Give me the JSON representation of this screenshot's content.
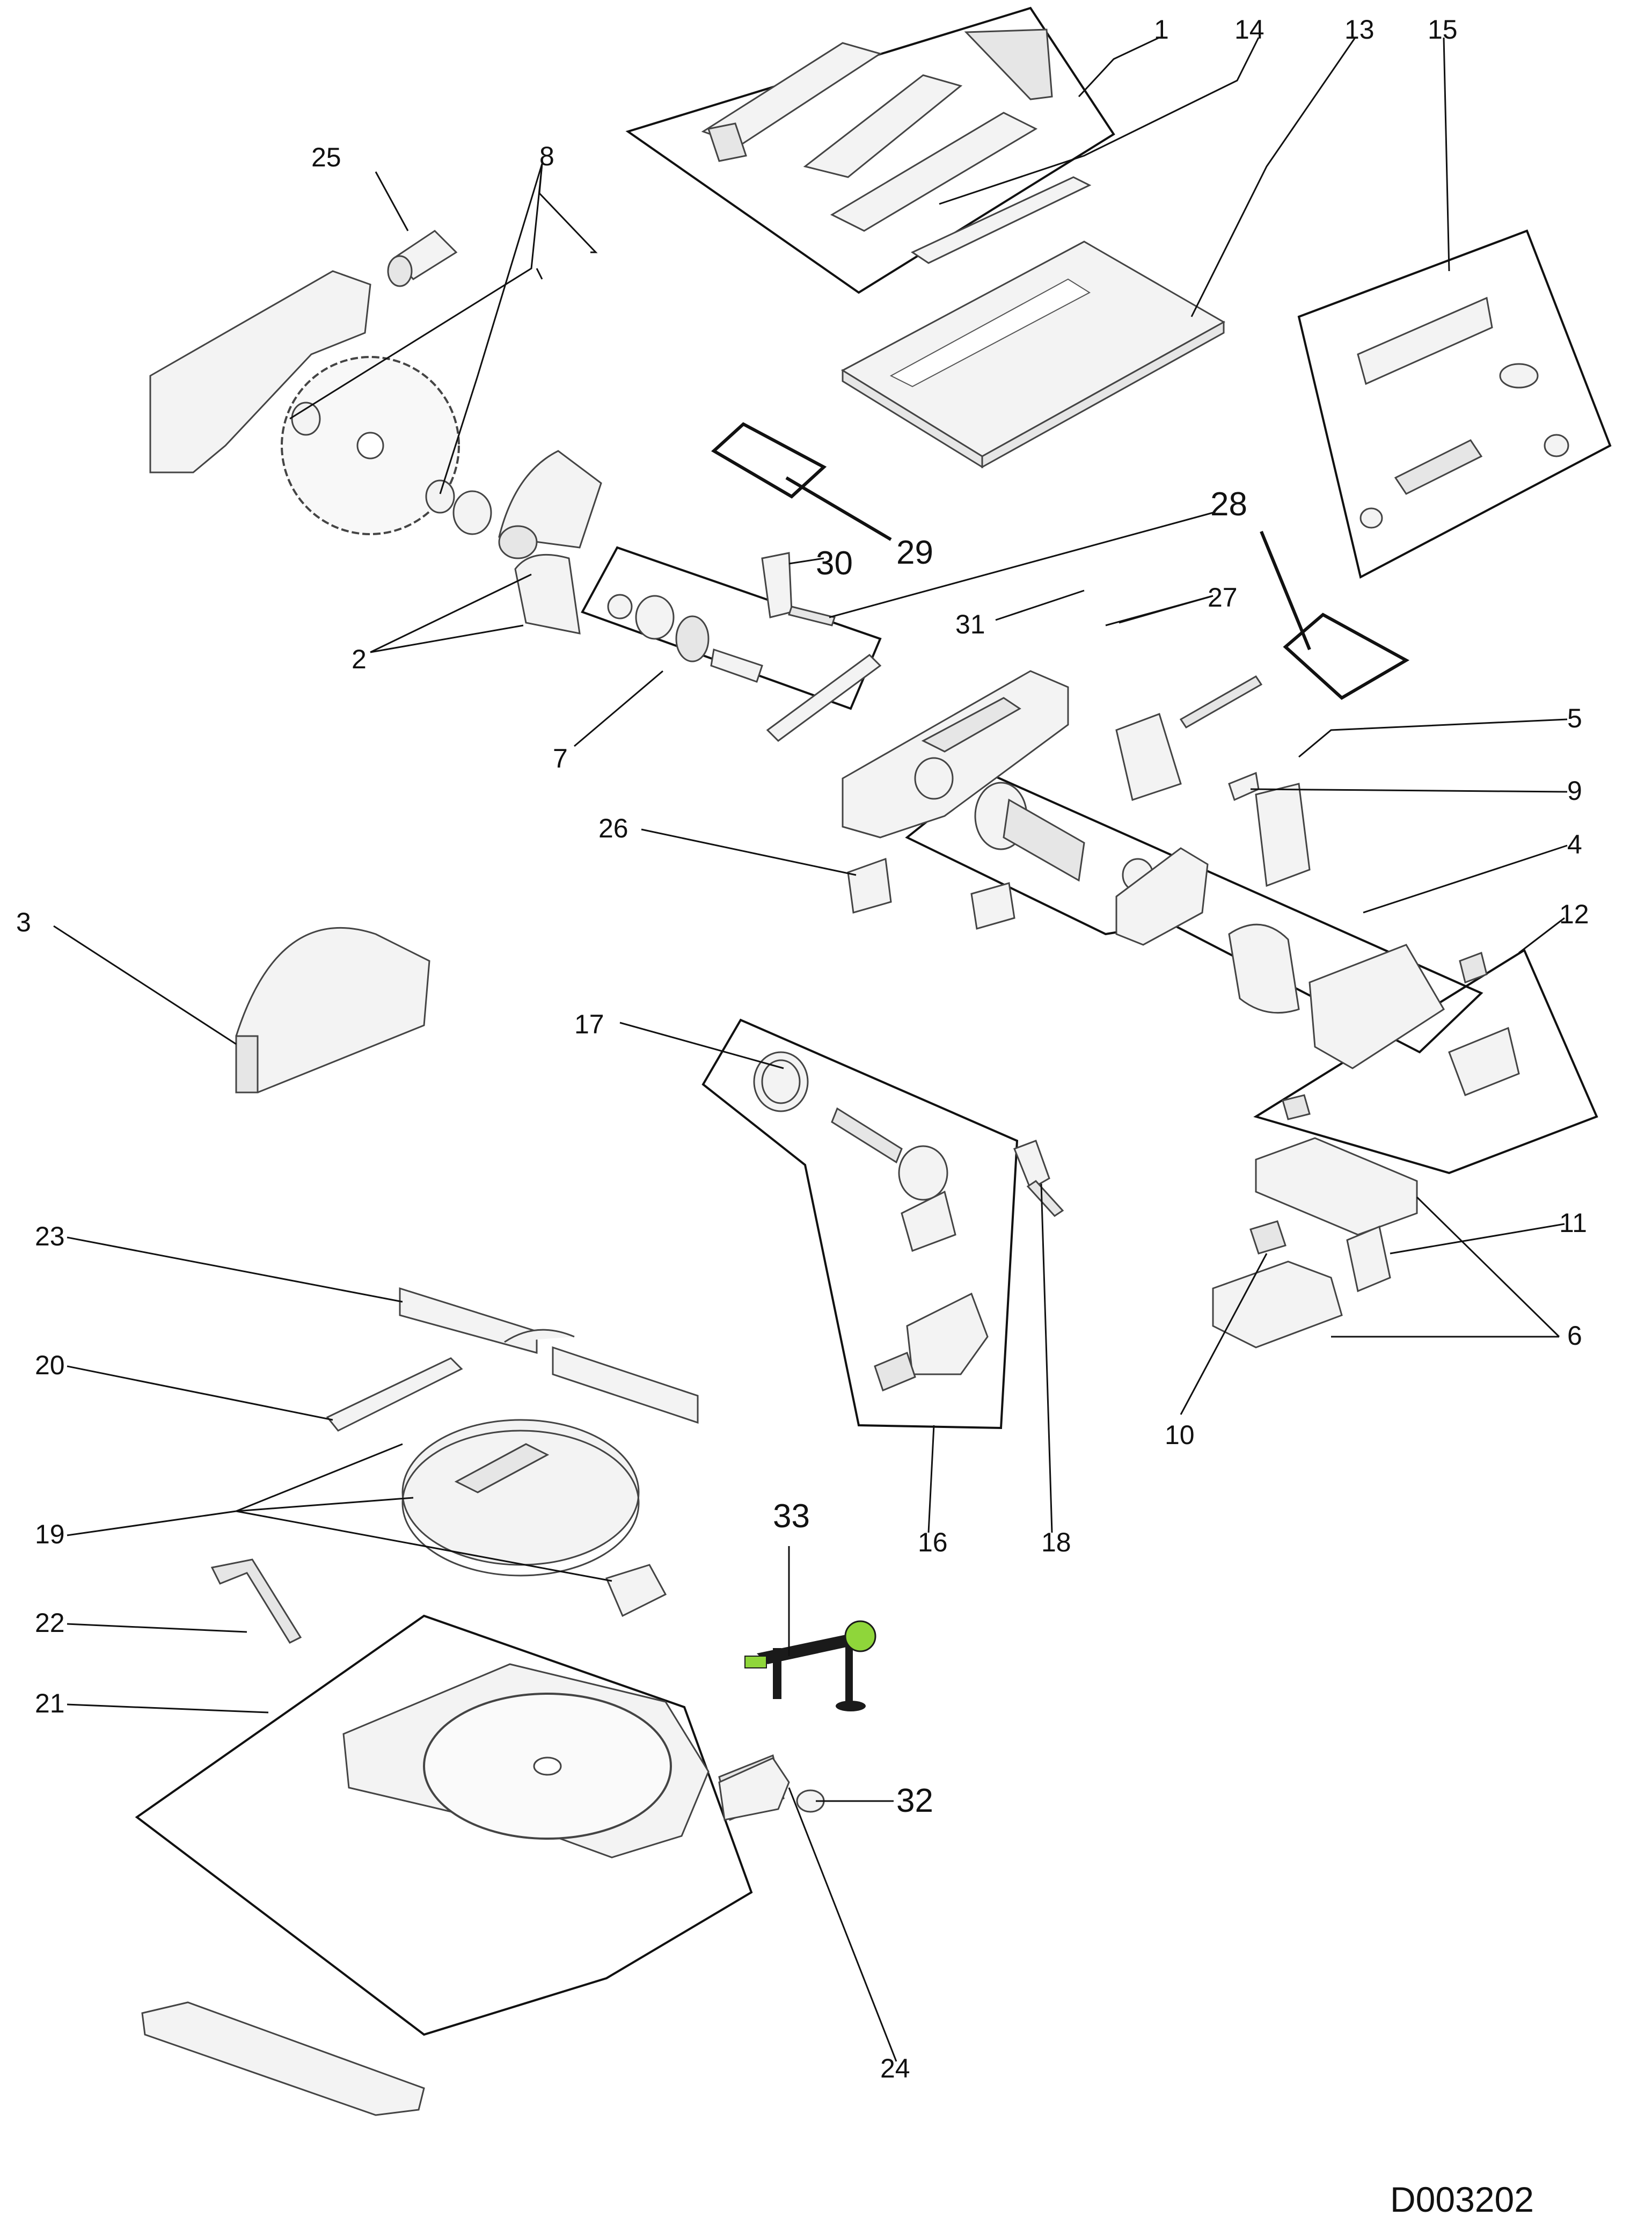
{
  "diagram": {
    "drawing_number": "D003202",
    "callouts": [
      "1",
      "2",
      "3",
      "4",
      "5",
      "6",
      "7",
      "8",
      "9",
      "10",
      "11",
      "12",
      "13",
      "14",
      "15",
      "16",
      "17",
      "18",
      "19",
      "20",
      "21",
      "22",
      "23",
      "24",
      "25",
      "26",
      "27",
      "28",
      "29",
      "30",
      "31",
      "32",
      "33"
    ],
    "colors": {
      "line": "#111111",
      "part_fill": "#f3f3f3",
      "highlight": "#8fd63a",
      "clamp": "#1a1a1a"
    }
  }
}
